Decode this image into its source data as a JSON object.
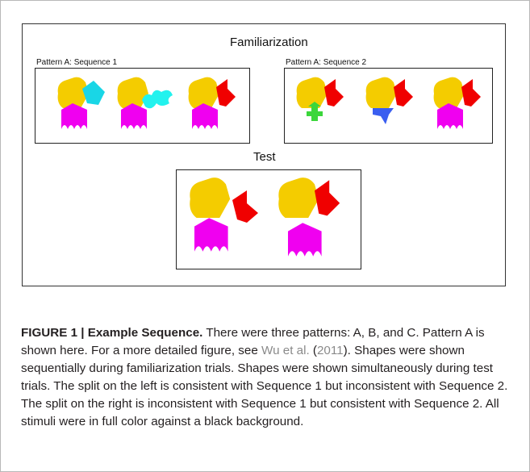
{
  "figure": {
    "familiarization_heading": "Familiarization",
    "test_heading": "Test",
    "sequence1_label": "Pattern A: Sequence 1",
    "sequence2_label": "Pattern A: Sequence 2",
    "colors": {
      "yellow": "#f4cc00",
      "magenta": "#f000f0",
      "red": "#f00000",
      "cyan": "#19d6e6",
      "aqua": "#22f2ee",
      "green": "#3bd63b",
      "blue": "#3a5ef0"
    }
  },
  "caption": {
    "label": "FIGURE 1 | Example Sequence.",
    "text_before_cite": " There were three patterns: A, B, and C. Pattern A is shown here. For a more detailed figure, see ",
    "cite_author": "Wu et al.",
    "cite_open": " (",
    "cite_year": "2011",
    "cite_close": ").",
    "text_after_cite": " Shapes were shown sequentially during familiarization trials. Shapes were shown simultaneously during test trials. The split on the left is consistent with Sequence 1 but inconsistent with Sequence 2. The split on the right is inconsistent with Sequence 1 but consistent with Sequence 2. All stimuli were in full color against a black background."
  }
}
